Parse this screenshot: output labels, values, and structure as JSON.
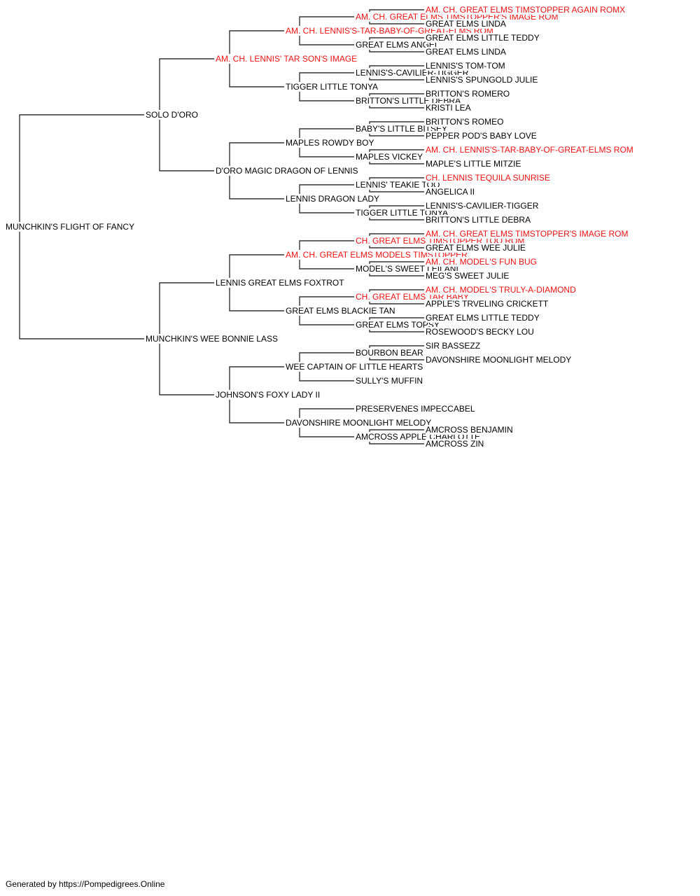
{
  "footer": "Generated by https://Pompedigrees.Online",
  "colors": {
    "champion": "#ee1111",
    "regular": "#000000",
    "line": "#333333"
  },
  "pedigree": {
    "name": "MUNCHKIN'S FLIGHT OF FANCY",
    "champion": false,
    "sire": {
      "name": "SOLO D'ORO",
      "champion": false,
      "sire": {
        "name": "AM. CH. LENNIS' TAR SON'S IMAGE",
        "champion": true,
        "sire": {
          "name": "AM. CH. LENNIS'S-TAR-BABY-OF-GREAT-ELMS ROM",
          "champion": true,
          "sire": {
            "name": "AM. CH. GREAT ELMS TIMSTOPPER'S IMAGE ROM",
            "champion": true,
            "sire": {
              "name": "AM. CH. GREAT ELMS TIMSTOPPER AGAIN ROMX",
              "champion": true
            },
            "dam": {
              "name": "GREAT ELMS LINDA",
              "champion": false
            }
          },
          "dam": {
            "name": "GREAT ELMS ANGEL",
            "champion": false,
            "sire": {
              "name": "GREAT ELMS LITTLE TEDDY",
              "champion": false
            },
            "dam": {
              "name": "GREAT ELMS LINDA",
              "champion": false
            }
          }
        },
        "dam": {
          "name": "TIGGER LITTLE TONYA",
          "champion": false,
          "sire": {
            "name": "LENNIS'S-CAVILIER-TIGGER",
            "champion": false,
            "sire": {
              "name": "LENNIS'S TOM-TOM",
              "champion": false
            },
            "dam": {
              "name": "LENNIS'S SPUNGOLD JULIE",
              "champion": false
            }
          },
          "dam": {
            "name": "BRITTON'S LITTLE DEBRA",
            "champion": false,
            "sire": {
              "name": "BRITTON'S ROMERO",
              "champion": false
            },
            "dam": {
              "name": "KRISTI LEA",
              "champion": false
            }
          }
        }
      },
      "dam": {
        "name": "D'ORO MAGIC DRAGON OF LENNIS",
        "champion": false,
        "sire": {
          "name": "MAPLES ROWDY BOY",
          "champion": false,
          "sire": {
            "name": "BABY'S LITTLE BITSEY",
            "champion": false,
            "sire": {
              "name": "BRITTON'S ROMEO",
              "champion": false
            },
            "dam": {
              "name": "PEPPER POD'S BABY LOVE",
              "champion": false
            }
          },
          "dam": {
            "name": "MAPLES VICKEY",
            "champion": false,
            "sire": {
              "name": "AM. CH. LENNIS'S-TAR-BABY-OF-GREAT-ELMS ROM",
              "champion": true
            },
            "dam": {
              "name": "MAPLE'S LITTLE MITZIE",
              "champion": false
            }
          }
        },
        "dam": {
          "name": "LENNIS DRAGON LADY",
          "champion": false,
          "sire": {
            "name": "LENNIS' TEAKIE TOO",
            "champion": false,
            "sire": {
              "name": "CH. LENNIS TEQUILA SUNRISE",
              "champion": true
            },
            "dam": {
              "name": "ANGELICA II",
              "champion": false
            }
          },
          "dam": {
            "name": "TIGGER LITTLE TONYA",
            "champion": false,
            "sire": {
              "name": "LENNIS'S-CAVILIER-TIGGER",
              "champion": false
            },
            "dam": {
              "name": "BRITTON'S LITTLE DEBRA",
              "champion": false
            }
          }
        }
      }
    },
    "dam": {
      "name": "MUNCHKIN'S WEE BONNIE LASS",
      "champion": false,
      "sire": {
        "name": "LENNIS GREAT ELMS FOXTROT",
        "champion": false,
        "sire": {
          "name": "AM. CH. GREAT ELMS MODELS TIMSTOPPER",
          "champion": true,
          "sire": {
            "name": "CH. GREAT ELMS TIMSTOPPER TOO ROM",
            "champion": true,
            "sire": {
              "name": "AM. CH. GREAT ELMS TIMSTOPPER'S IMAGE ROM",
              "champion": true
            },
            "dam": {
              "name": "GREAT ELMS WEE JULIE",
              "champion": false
            }
          },
          "dam": {
            "name": "MODEL'S SWEET LEILANI",
            "champion": false,
            "sire": {
              "name": "AM. CH. MODEL'S FUN BUG",
              "champion": true
            },
            "dam": {
              "name": "MEG'S SWEET JULIE",
              "champion": false
            }
          }
        },
        "dam": {
          "name": "GREAT ELMS BLACKIE TAN",
          "champion": false,
          "sire": {
            "name": "CH. GREAT ELMS TAR BABY",
            "champion": true,
            "sire": {
              "name": "AM. CH. MODEL'S TRULY-A-DIAMOND",
              "champion": true
            },
            "dam": {
              "name": "APPLE'S TRVELING CRICKETT",
              "champion": false
            }
          },
          "dam": {
            "name": "GREAT ELMS TOPSY",
            "champion": false,
            "sire": {
              "name": "GREAT ELMS LITTLE TEDDY",
              "champion": false
            },
            "dam": {
              "name": "ROSEWOOD'S BECKY LOU",
              "champion": false
            }
          }
        }
      },
      "dam": {
        "name": "JOHNSON'S FOXY LADY II",
        "champion": false,
        "sire": {
          "name": "WEE CAPTAIN OF LITTLE HEARTS",
          "champion": false,
          "sire": {
            "name": "BOURBON BEAR",
            "champion": false,
            "sire": {
              "name": "SIR BASSEZZ",
              "champion": false
            },
            "dam": {
              "name": "DAVONSHIRE MOONLIGHT MELODY",
              "champion": false
            }
          },
          "dam": {
            "name": "SULLY'S MUFFIN",
            "champion": false
          }
        },
        "dam": {
          "name": "DAVONSHIRE MOONLIGHT MELODY",
          "champion": false,
          "sire": {
            "name": "PRESERVENES IMPECCABEL",
            "champion": false
          },
          "dam": {
            "name": "AMCROSS APPLE CHARLOTTE",
            "champion": false,
            "sire": {
              "name": "AMCROSS BENJAMIN",
              "champion": false
            },
            "dam": {
              "name": "AMCROSS ZIN",
              "champion": false
            }
          }
        }
      }
    }
  }
}
